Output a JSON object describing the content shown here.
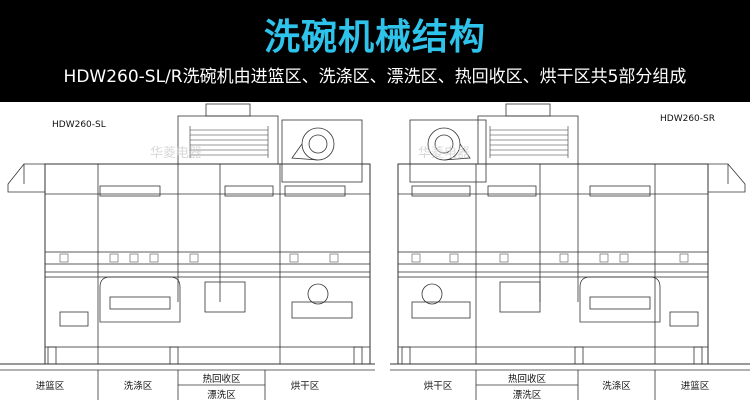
{
  "header": {
    "title": "洗碗机械结构",
    "subtitle": "HDW260-SL/R洗碗机由进篮区、洗涤区、漂洗区、热回收区、烘干区共5部分组成"
  },
  "left_machine": {
    "model": "HDW260-SL",
    "zones": {
      "inlet": "进篮区",
      "wash": "洗涤区",
      "heat_recovery": "热回收区",
      "rinse": "漂洗区",
      "dry": "烘干区"
    }
  },
  "right_machine": {
    "model": "HDW260-SR",
    "zones": {
      "dry": "烘干区",
      "heat_recovery": "热回收区",
      "rinse": "漂洗区",
      "wash": "洗涤区",
      "inlet": "进篮区"
    }
  },
  "watermark": {
    "left": "华菱电器",
    "right": "华菱电器"
  }
}
